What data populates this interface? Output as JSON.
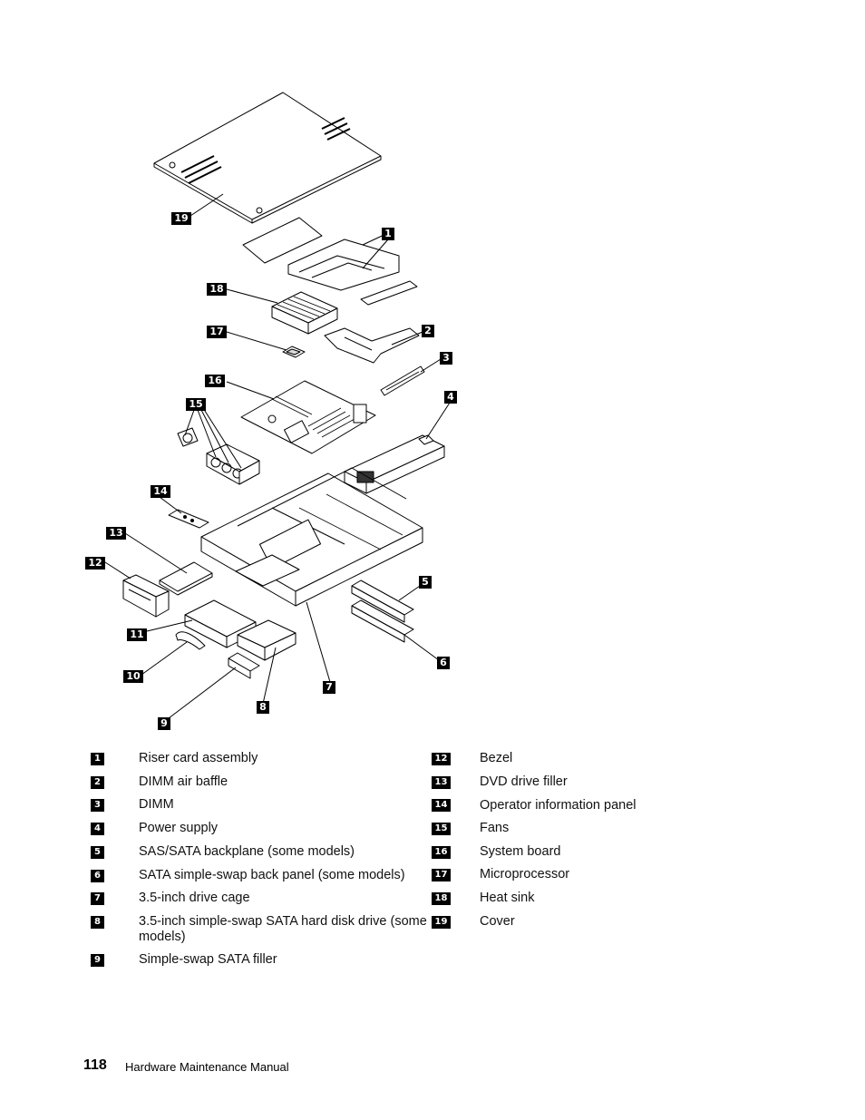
{
  "diagram": {
    "callouts": [
      {
        "number": "1"
      },
      {
        "number": "2"
      },
      {
        "number": "3"
      },
      {
        "number": "4"
      },
      {
        "number": "5"
      },
      {
        "number": "6"
      },
      {
        "number": "7"
      },
      {
        "number": "8"
      },
      {
        "number": "9"
      },
      {
        "number": "10"
      },
      {
        "number": "11"
      },
      {
        "number": "12"
      },
      {
        "number": "13"
      },
      {
        "number": "14"
      },
      {
        "number": "15"
      },
      {
        "number": "16"
      },
      {
        "number": "17"
      },
      {
        "number": "18"
      },
      {
        "number": "19"
      }
    ]
  },
  "legend": {
    "left": [
      {
        "number": "1",
        "label": "Riser card assembly"
      },
      {
        "number": "2",
        "label": "DIMM air baffle"
      },
      {
        "number": "3",
        "label": "DIMM"
      },
      {
        "number": "4",
        "label": "Power supply"
      },
      {
        "number": "5",
        "label": "SAS/SATA backplane (some models)"
      },
      {
        "number": "6",
        "label": "SATA simple-swap back panel (some models)"
      },
      {
        "number": "7",
        "label": "3.5-inch drive cage"
      },
      {
        "number": "8",
        "label": "3.5-inch simple-swap SATA hard disk drive (some models)"
      },
      {
        "number": "9",
        "label": "Simple-swap SATA filler"
      }
    ],
    "right": [
      {
        "number": "12",
        "label": "Bezel"
      },
      {
        "number": "13",
        "label": "DVD drive filler"
      },
      {
        "number": "14",
        "label": "Operator information panel"
      },
      {
        "number": "15",
        "label": "Fans"
      },
      {
        "number": "16",
        "label": "System board"
      },
      {
        "number": "17",
        "label": "Microprocessor"
      },
      {
        "number": "18",
        "label": "Heat sink"
      },
      {
        "number": "19",
        "label": "Cover"
      }
    ]
  },
  "footer": {
    "page_number": "118",
    "manual_title": "Hardware Maintenance Manual"
  }
}
